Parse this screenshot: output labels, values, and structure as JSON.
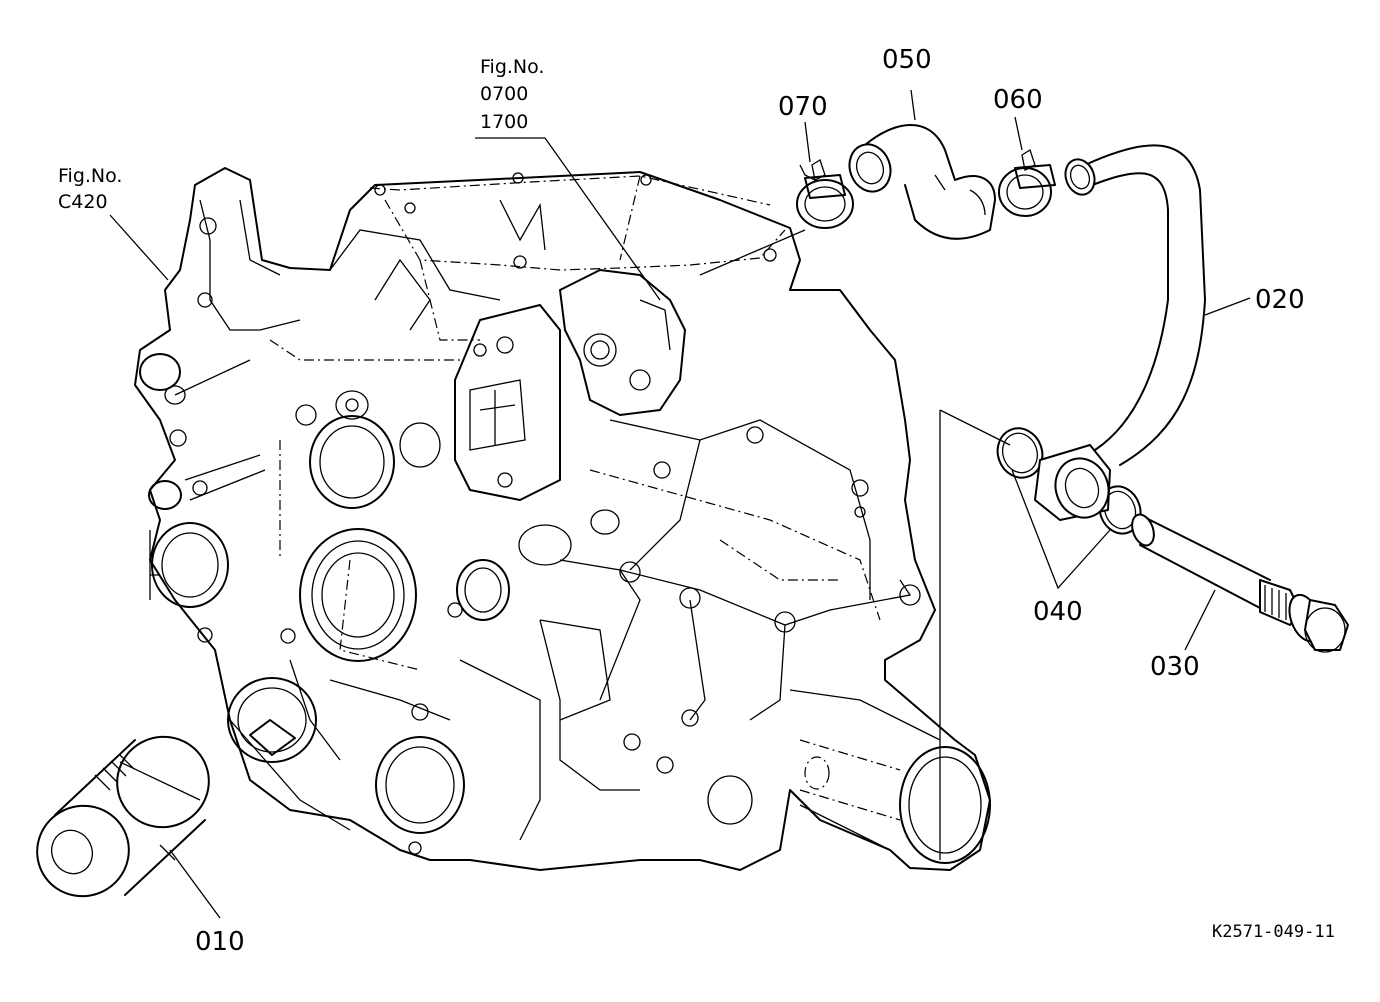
{
  "figure_refs": {
    "left": {
      "line1": "Fig.No.",
      "line2": "C420"
    },
    "top": {
      "line1": "Fig.No.",
      "line2": "0700",
      "line3": "1700"
    }
  },
  "parts": [
    {
      "id": "010",
      "name": "oil-filter-cartridge"
    },
    {
      "id": "020",
      "name": "hose"
    },
    {
      "id": "030",
      "name": "bolt"
    },
    {
      "id": "040",
      "name": "o-ring"
    },
    {
      "id": "050",
      "name": "hose"
    },
    {
      "id": "060",
      "name": "hose-clamp"
    },
    {
      "id": "070",
      "name": "hose-clamp"
    }
  ],
  "drawing_code": "K2571-049-11"
}
